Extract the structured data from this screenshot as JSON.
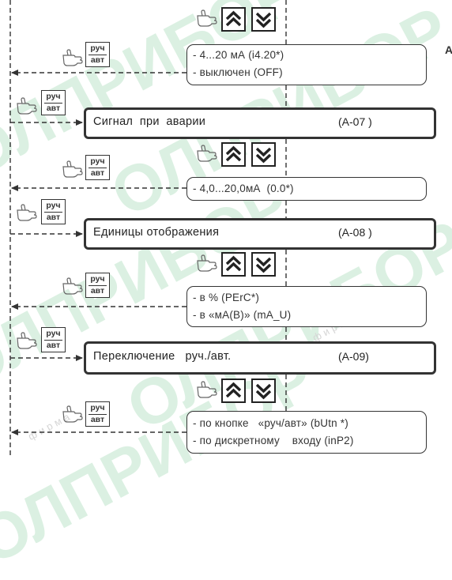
{
  "watermark": {
    "texts": [
      "ОЛПРИБОР",
      "ОЛПРИБОР",
      "ОЛПРИБОР",
      "ОЛПРИБОР",
      "ОЛПРИБОР"
    ],
    "small": [
      "фирма",
      "фирма",
      "фирма"
    ],
    "color": "#bfe5cb"
  },
  "edge_char": "A",
  "controls": {
    "manual_top": "руч",
    "manual_bottom": "авт"
  },
  "sections": [
    {
      "options": [
        "- 4...20 мА (i4.20*)",
        "- выключен (OFF)"
      ],
      "main_title": "Сигнал  при  аварии",
      "main_code": "(A-07 )"
    },
    {
      "options": [
        "- 4,0...20,0мА  (0.0*)"
      ],
      "main_title": "Единицы отображения",
      "main_code": "(A-08 )"
    },
    {
      "options": [
        "- в % (PErC*)",
        "- в «мА(В)» (mA_U)"
      ],
      "main_title": "Переключение   руч./авт.",
      "main_code": "(A-09)"
    },
    {
      "options": [
        "- по кнопке   «руч/авт» (bUtn *)",
        "- по дискретному    входу (inP2)"
      ]
    }
  ]
}
